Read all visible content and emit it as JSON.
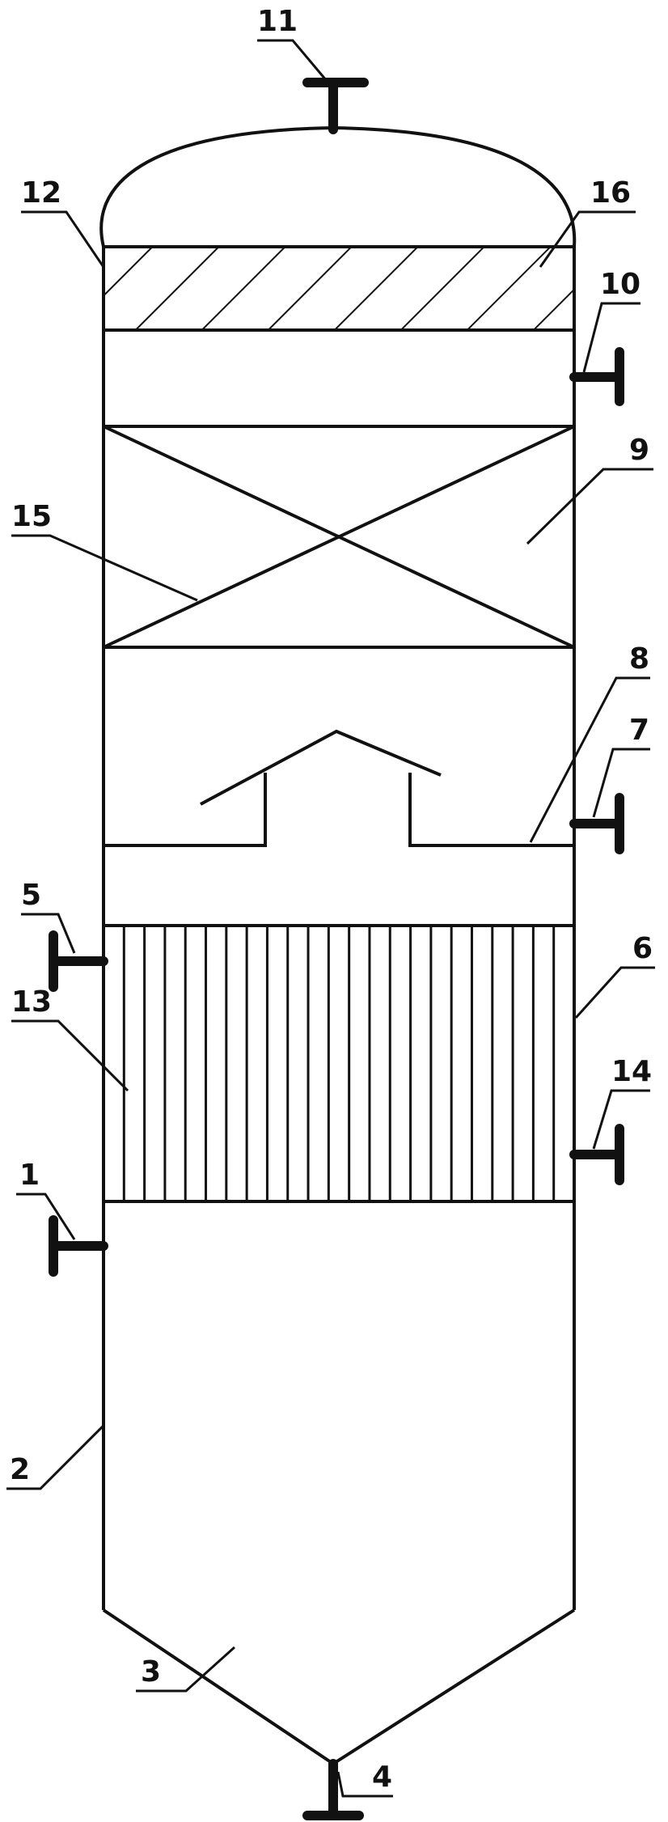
{
  "colors": {
    "stroke": "#111111",
    "background": "#ffffff"
  },
  "callouts": [
    {
      "id": "c1",
      "text": "1"
    },
    {
      "id": "c2",
      "text": "2"
    },
    {
      "id": "c3",
      "text": "3"
    },
    {
      "id": "c4",
      "text": "4"
    },
    {
      "id": "c5",
      "text": "5"
    },
    {
      "id": "c6",
      "text": "6"
    },
    {
      "id": "c7",
      "text": "7"
    },
    {
      "id": "c8",
      "text": "8"
    },
    {
      "id": "c9",
      "text": "9"
    },
    {
      "id": "c10",
      "text": "10"
    },
    {
      "id": "c11",
      "text": "11"
    },
    {
      "id": "c12",
      "text": "12"
    },
    {
      "id": "c13",
      "text": "13"
    },
    {
      "id": "c14",
      "text": "14"
    },
    {
      "id": "c15",
      "text": "15"
    },
    {
      "id": "c16",
      "text": "16"
    }
  ]
}
